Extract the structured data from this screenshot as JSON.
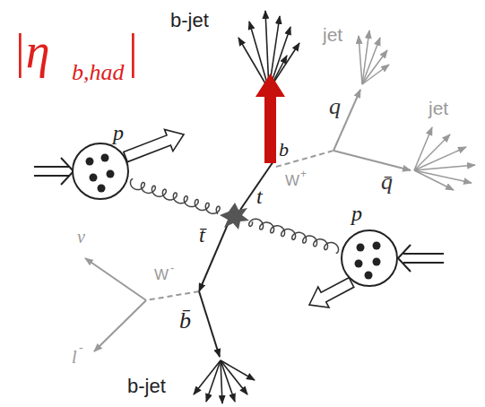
{
  "diagram": {
    "labels": [
      "|η",
      "b,had",
      "|",
      "b-jet",
      "jet",
      "q",
      "jet",
      "p",
      "b",
      "W",
      "+",
      "q̄",
      "t",
      "t̄",
      "p",
      "ν",
      "W",
      "-",
      "b̄",
      "l",
      "-",
      "b-jet"
    ]
  }
}
